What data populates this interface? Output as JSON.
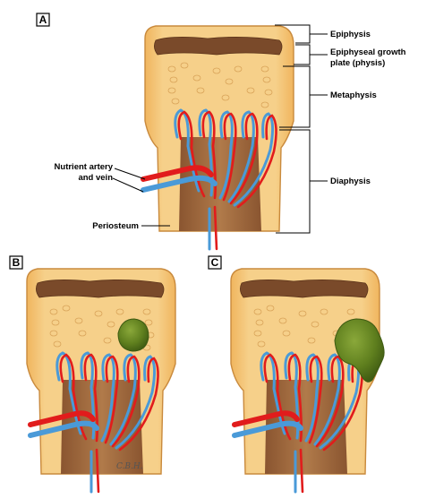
{
  "panels": [
    {
      "id": "A",
      "label": "A"
    },
    {
      "id": "B",
      "label": "B"
    },
    {
      "id": "C",
      "label": "C"
    }
  ],
  "labels": {
    "epiphysis": "Epiphysis",
    "physis_line1": "Epiphyseal growth",
    "physis_line2": "plate (physis)",
    "metaphysis": "Metaphysis",
    "diaphysis": "Diaphysis",
    "nutrient_line1": "Nutrient artery",
    "nutrient_line2": "and vein",
    "periosteum": "Periosteum"
  },
  "signature": "C.B.H.",
  "colors": {
    "cortex": "#f2c47a",
    "cortex_outline": "#c98a3d",
    "cancellous": "#f6d592",
    "marrow": "#a0673a",
    "physis_band": "#7a4a2a",
    "artery": "#e11c1c",
    "vein": "#5aa9e6",
    "tumor": "#5a7a1a"
  }
}
